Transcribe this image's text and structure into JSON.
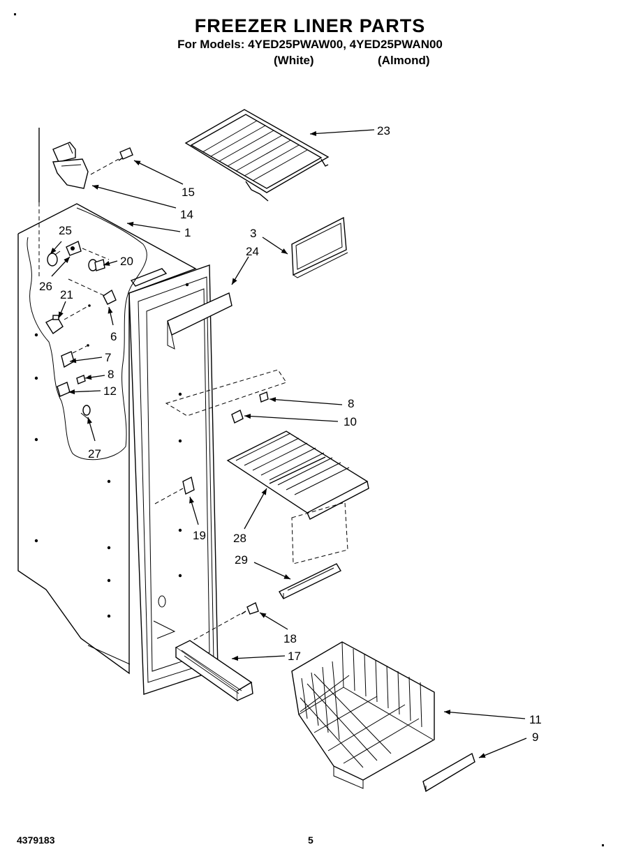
{
  "header": {
    "title": "FREEZER LINER PARTS",
    "subtitle": "For Models: 4YED25PWAW00, 4YED25PWAN00",
    "variant_white": "(White)",
    "variant_almond": "(Almond)"
  },
  "callouts": {
    "c1": "1",
    "c3": "3",
    "c6": "6",
    "c7": "7",
    "c8a": "8",
    "c8b": "8",
    "c9": "9",
    "c10": "10",
    "c11": "11",
    "c12": "12",
    "c14": "14",
    "c15": "15",
    "c17": "17",
    "c18": "18",
    "c19": "19",
    "c20": "20",
    "c21": "21",
    "c23": "23",
    "c24": "24",
    "c25": "25",
    "c26": "26",
    "c27": "27",
    "c28": "28",
    "c29": "29"
  },
  "footer": {
    "doc_number": "4379183",
    "page_number": "5"
  }
}
